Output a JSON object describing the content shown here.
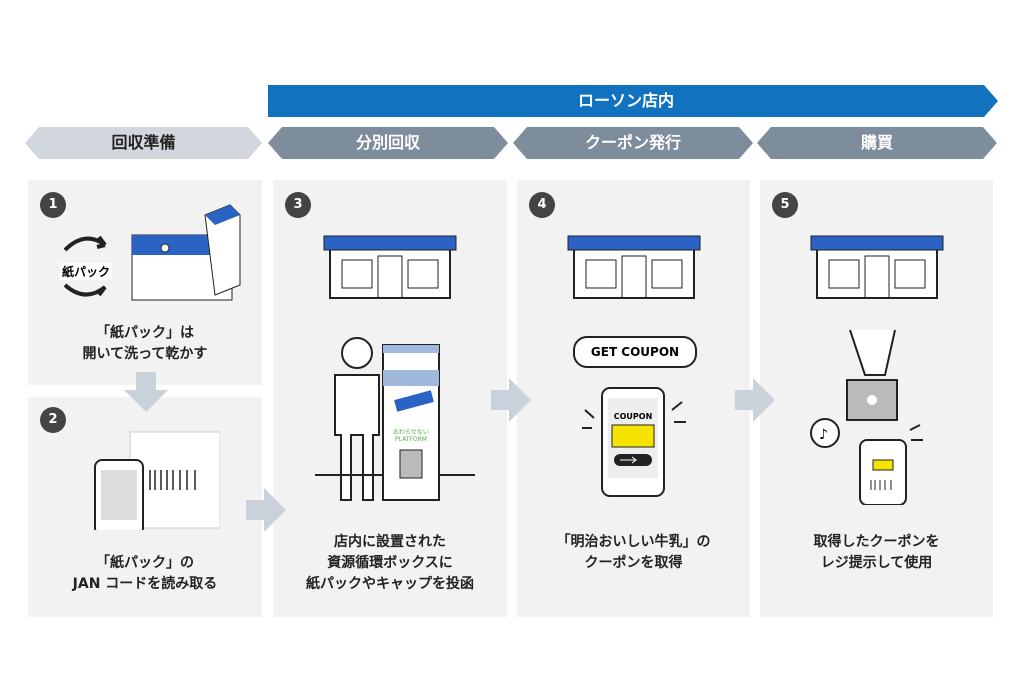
{
  "banner": {
    "label": "ローソン店内",
    "color": "#1172c0"
  },
  "phases": [
    {
      "label": "回収準備",
      "color": "#d2d7dd",
      "text_color": "#222222"
    },
    {
      "label": "分別回収",
      "color": "#7d8d9c",
      "text_color": "#ffffff"
    },
    {
      "label": "クーポン発行",
      "color": "#7d8d9c",
      "text_color": "#ffffff"
    },
    {
      "label": "購買",
      "color": "#7d8d9c",
      "text_color": "#ffffff"
    }
  ],
  "steps": [
    {
      "number": "1",
      "caption_lines": [
        "「紙パック」は",
        "開いて洗って乾かす"
      ],
      "icon_label": "紙パック"
    },
    {
      "number": "2",
      "caption_lines": [
        "「紙パック」の",
        "JAN コードを読み取る"
      ]
    },
    {
      "number": "3",
      "caption_lines": [
        "店内に設置された",
        "資源循環ボックスに",
        "紙パックやキャップを投函"
      ],
      "logo_text": "おわらせない PLATFORM"
    },
    {
      "number": "4",
      "caption_lines": [
        "「明治おいしい牛乳」の",
        "クーポンを取得"
      ],
      "bubble": "GET COUPON",
      "phone_label": "COUPON"
    },
    {
      "number": "5",
      "caption_lines": [
        "取得したクーポンを",
        "レジ提示して使用"
      ]
    }
  ],
  "colors": {
    "card": "#f2f2f2",
    "arrow": "#c9d1da",
    "accent_blue": "#1f5fb4",
    "coupon_yellow": "#f5e400"
  }
}
